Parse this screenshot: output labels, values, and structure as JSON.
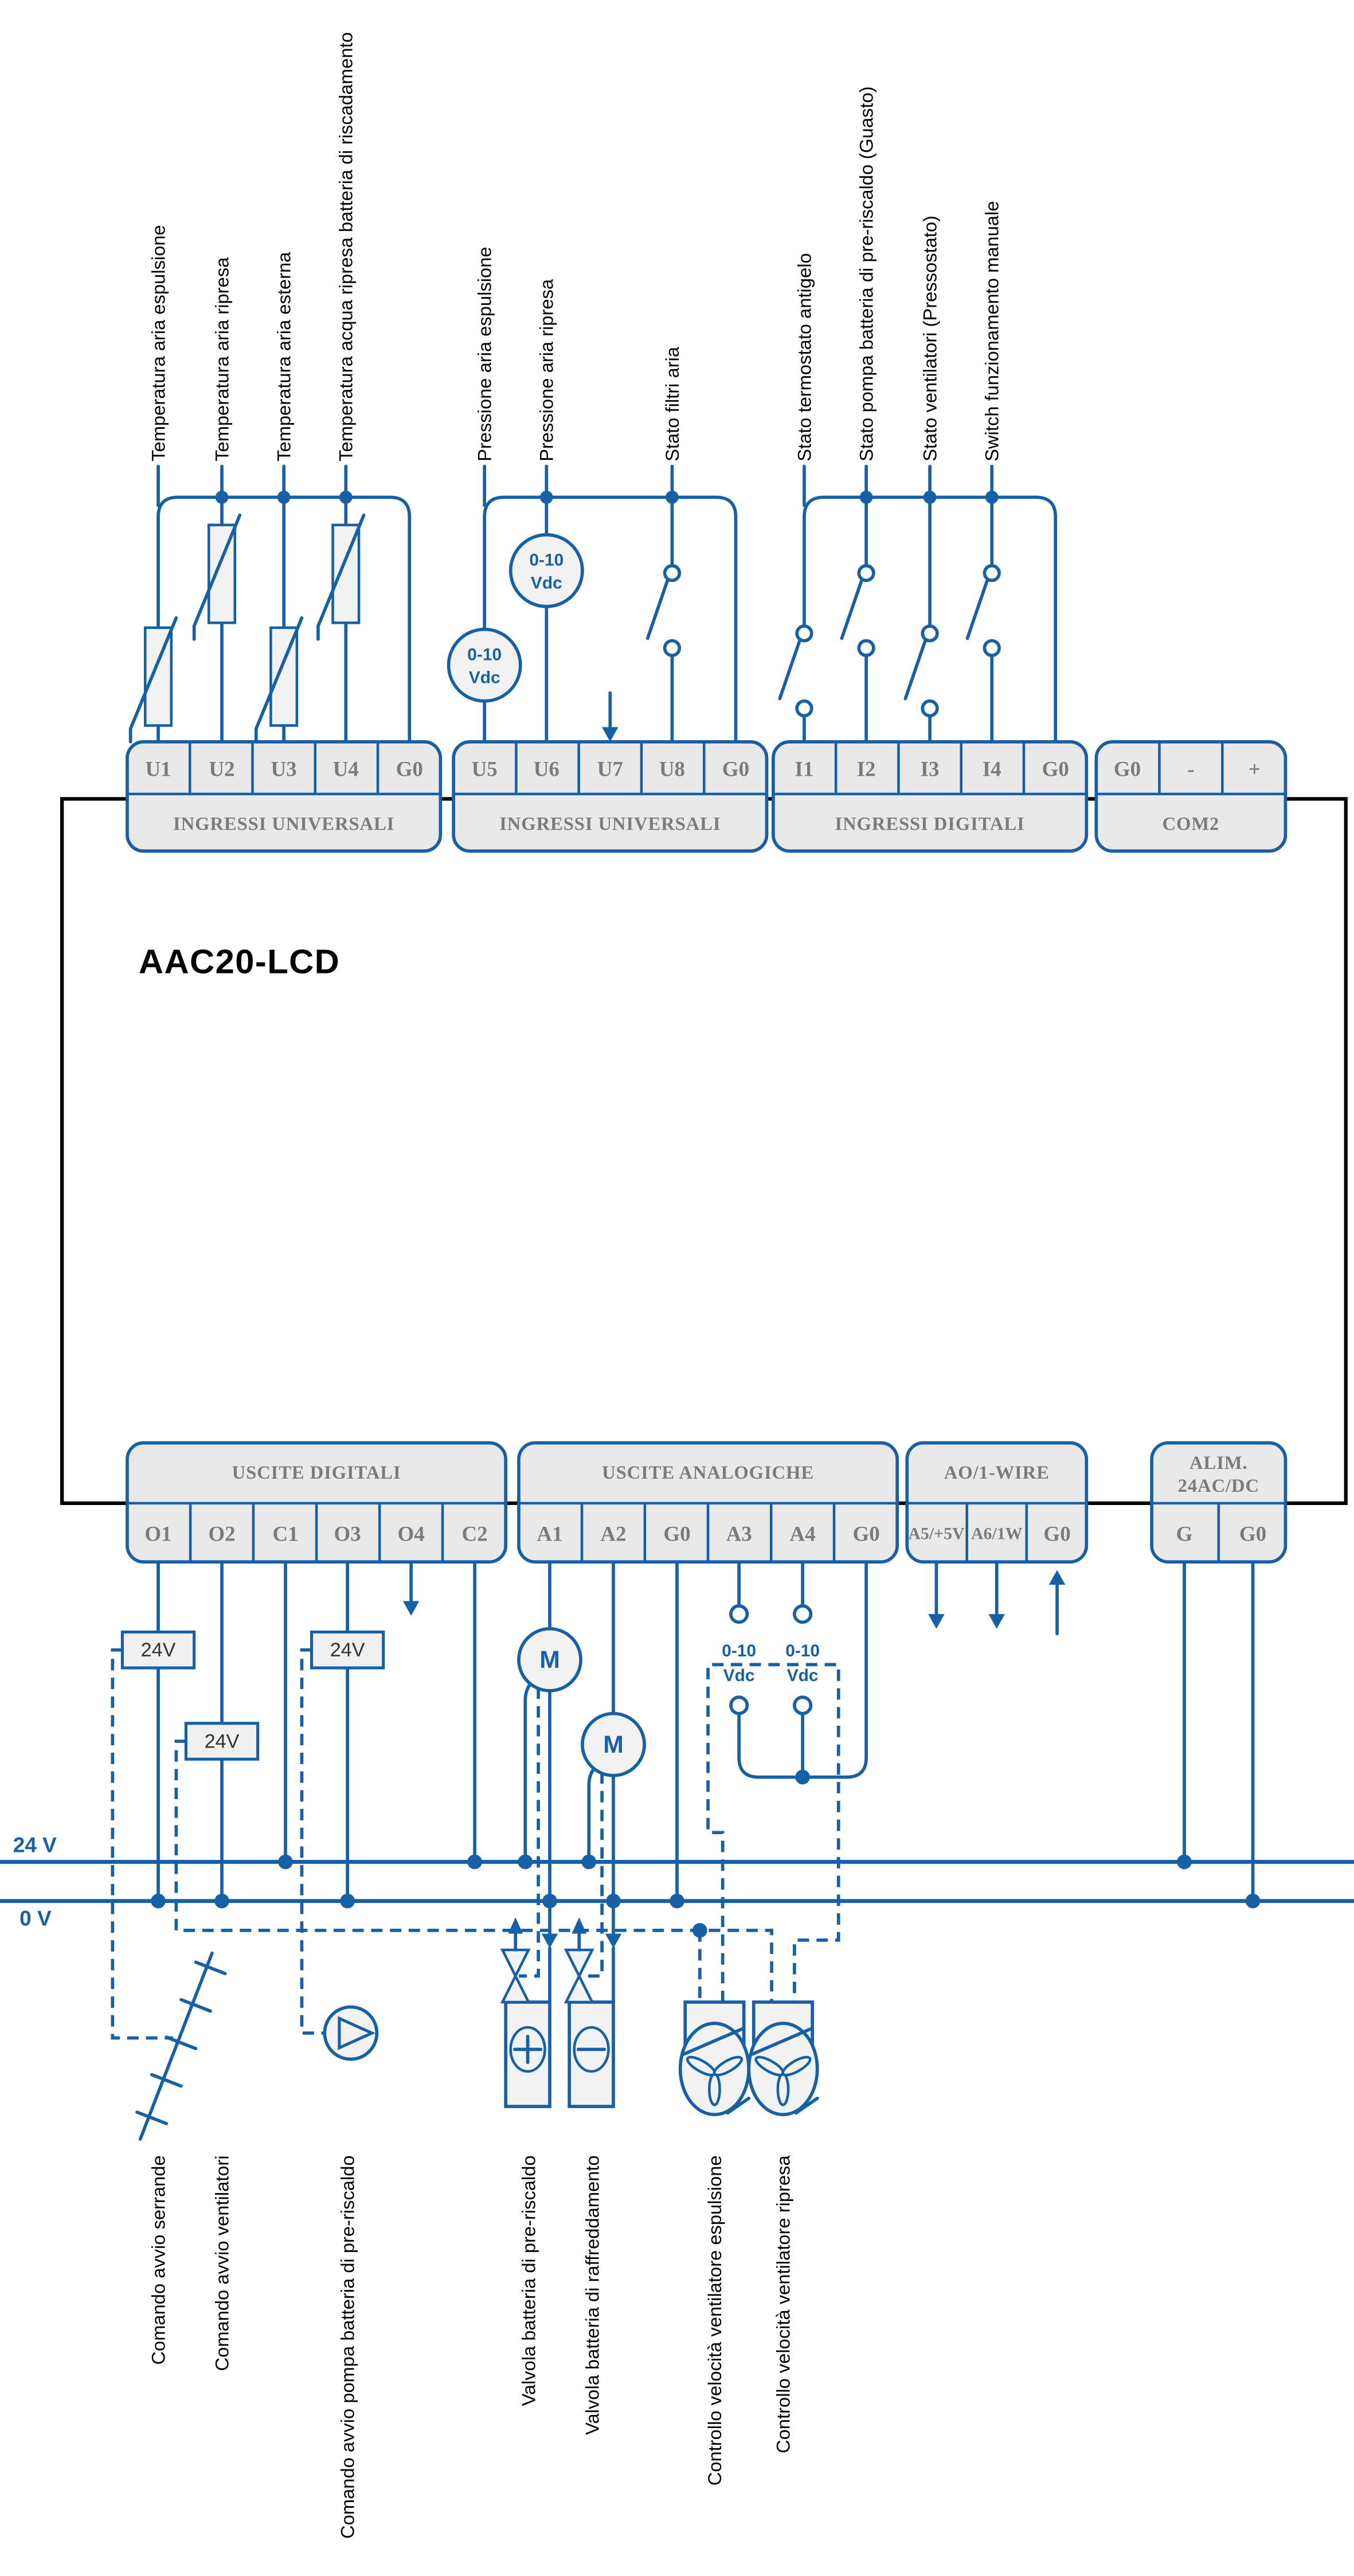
{
  "diagram_title": "AAC20-LCD",
  "power_rails": {
    "rail_24v": "24 V",
    "rail_0v": "0 V",
    "relay_24v_box": "24V"
  },
  "annotations": {
    "vdc_line1": "0-10",
    "vdc_line2": "Vdc",
    "motor": "M"
  },
  "top_blocks": [
    {
      "header": "INGRESSI UNIVERSALI",
      "cells": [
        "U1",
        "U2",
        "U3",
        "U4",
        "G0"
      ]
    },
    {
      "header": "INGRESSI UNIVERSALI",
      "cells": [
        "U5",
        "U6",
        "U7",
        "U8",
        "G0"
      ]
    },
    {
      "header": "INGRESSI DIGITALI",
      "cells": [
        "I1",
        "I2",
        "I3",
        "I4",
        "G0"
      ]
    },
    {
      "header": "COM2",
      "cells": [
        "G0",
        "-",
        "+"
      ]
    }
  ],
  "bottom_blocks": [
    {
      "header": "USCITE DIGITALI",
      "cells": [
        "O1",
        "O2",
        "C1",
        "O3",
        "O4",
        "C2"
      ]
    },
    {
      "header": "USCITE ANALOGICHE",
      "cells": [
        "A1",
        "A2",
        "G0",
        "A3",
        "A4",
        "G0"
      ]
    },
    {
      "header": "AO/1-WIRE",
      "cells": [
        "A5/+5V",
        "A6/1W",
        "G0"
      ]
    },
    {
      "header": "ALIM.",
      "header_line2": "24AC/DC",
      "cells": [
        "G",
        "G0"
      ]
    }
  ],
  "input_labels": [
    "Temperatura aria espulsione",
    "Temperatura aria ripresa",
    "Temperatura aria esterna",
    "Temperatura acqua ripresa batteria di riscadamento",
    "Pressione aria espulsione",
    "Pressione aria ripresa",
    "Stato filtri aria",
    "Stato termostato antigelo",
    "Stato pompa batteria di pre-riscaldo (Guasto)",
    "Stato ventilatori (Pressostato)",
    "Switch funzionamento manuale"
  ],
  "output_labels": [
    "Comando avvio serrande",
    "Comando avvio ventilatori",
    "Comando avvio pompa batteria di pre-riscaldo",
    "Valvola batteria di pre-riscaldo",
    "Valvola batteria di raffreddamento",
    "Controllo velocità ventilatore espulsione",
    "Controllo velocità ventilatore ripresa"
  ]
}
